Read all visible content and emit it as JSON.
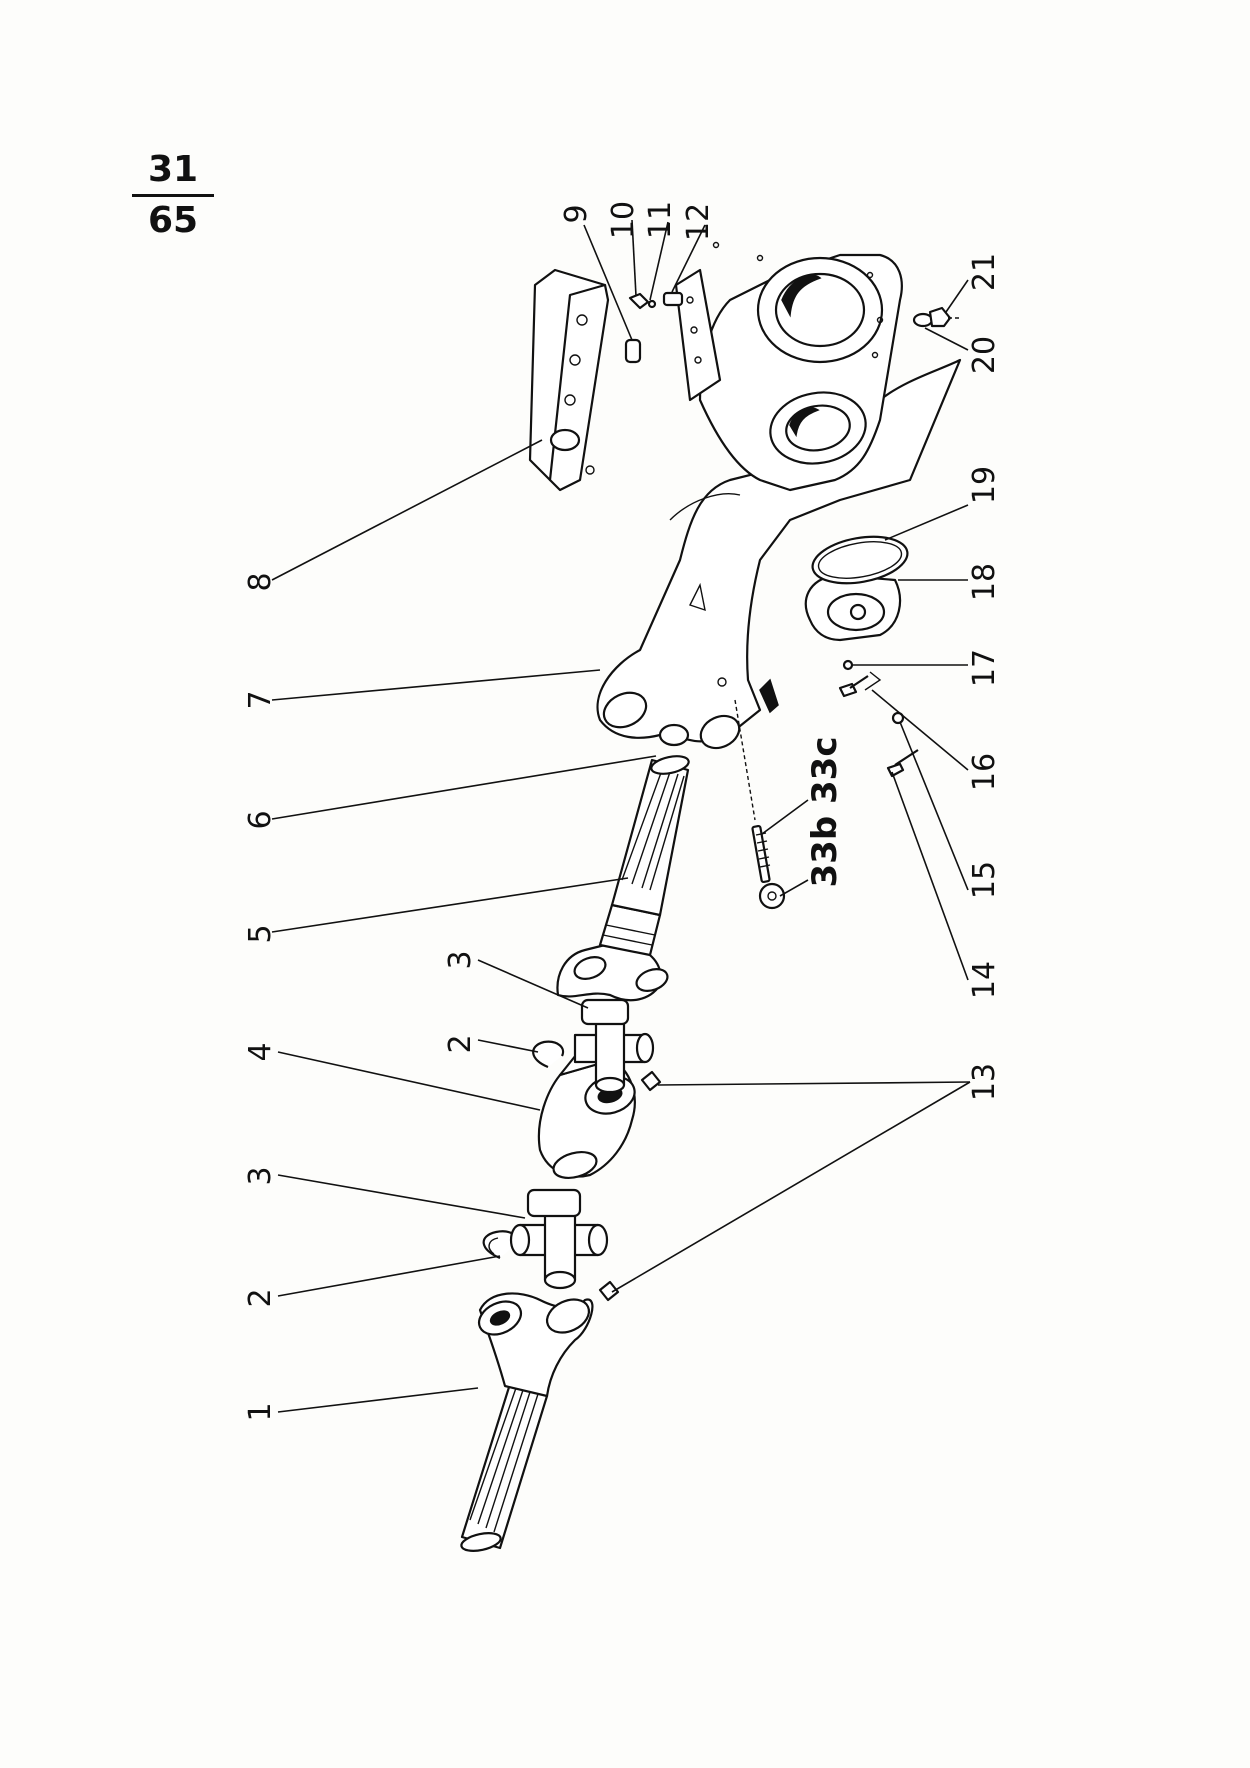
{
  "page_number": {
    "numerator": "31",
    "denominator": "65"
  },
  "labels": {
    "l1": "1",
    "l2a": "2",
    "l2b": "2",
    "l3a": "3",
    "l3b": "3",
    "l4": "4",
    "l5": "5",
    "l6": "6",
    "l7": "7",
    "l8": "8",
    "l9": "9",
    "l10": "10",
    "l11": "11",
    "l12": "12",
    "l13": "13",
    "l14": "14",
    "l15": "15",
    "l16": "16",
    "l17": "17",
    "l18": "18",
    "l19": "19",
    "l20": "20",
    "l21": "21",
    "l33": "33b 33c"
  }
}
